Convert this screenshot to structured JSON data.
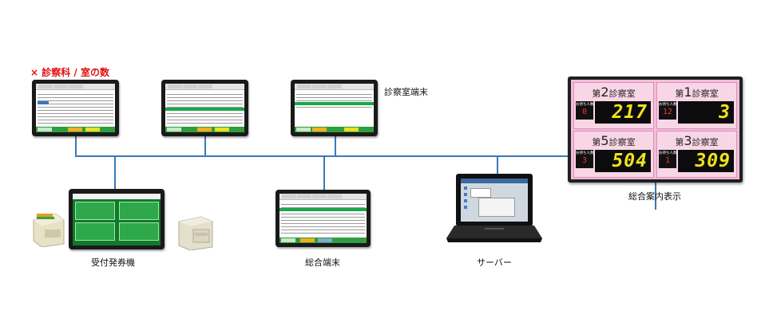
{
  "note": "× 診察科 / 室の数",
  "labels": {
    "exam_terminal": "診察室端末",
    "ticket_machine": "受付発券機",
    "general_terminal": "総合端末",
    "server": "サーバー",
    "display_board": "総合案内表示"
  },
  "display_board": {
    "rooms": [
      {
        "prefix": "第",
        "digit": "2",
        "suffix": "診察室",
        "waiting": "0",
        "number": "217"
      },
      {
        "prefix": "第",
        "digit": "1",
        "suffix": "診察室",
        "waiting": "12",
        "number": "3"
      },
      {
        "prefix": "第",
        "digit": "5",
        "suffix": "診察室",
        "waiting": "3",
        "number": "504"
      },
      {
        "prefix": "第",
        "digit": "3",
        "suffix": "診察室",
        "waiting": "1",
        "number": "309"
      }
    ],
    "waiting_label": "お待ち人数"
  },
  "colors": {
    "connector": "#3a78b8",
    "note": "#e01010",
    "board_bg": "#f4bcd8",
    "digits": "#f2e21a"
  }
}
